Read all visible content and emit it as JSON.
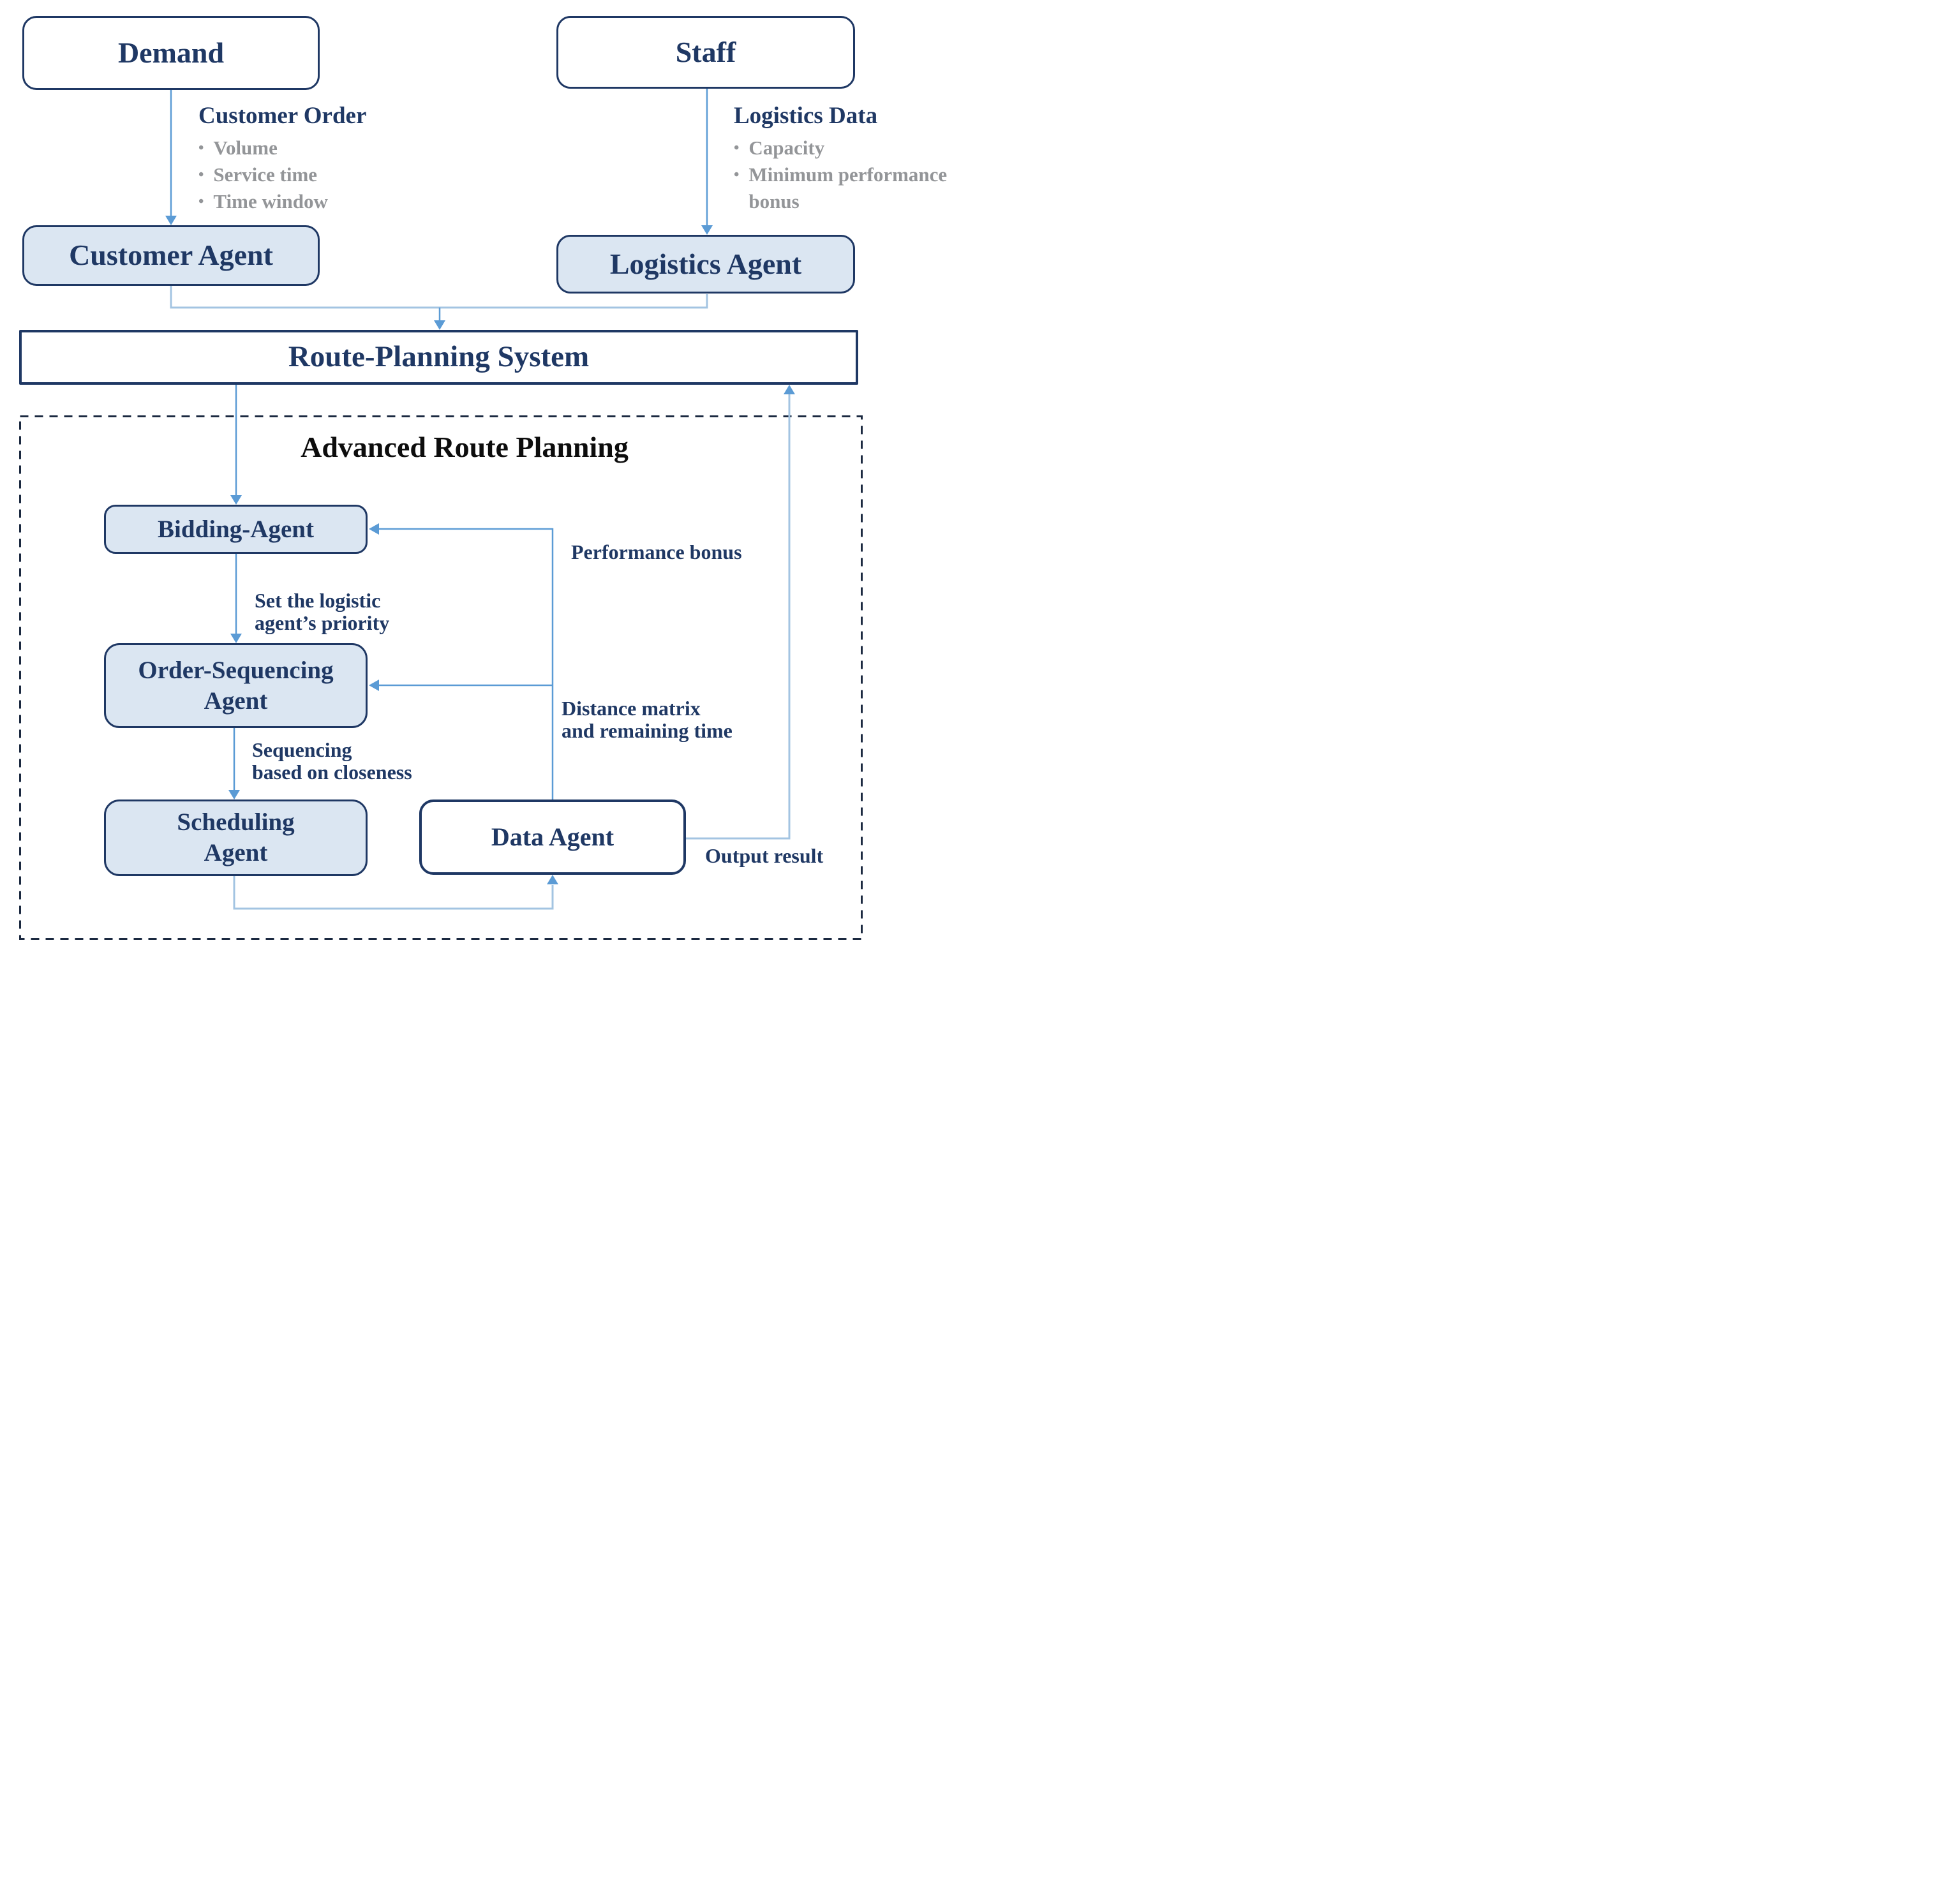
{
  "theme": {
    "background": "#ffffff",
    "node_border": "#1f3864",
    "node_text": "#1f3864",
    "node_fill_light_blue": "#dbe6f2",
    "node_fill_white": "#ffffff",
    "arrow_color": "#5b9bd5",
    "connector_color": "#a3c4e2",
    "muted_text": "#939598",
    "title_text": "#0d0d0d",
    "dashed_border": "#1b2940"
  },
  "nodes": {
    "demand": {
      "label": "Demand"
    },
    "staff": {
      "label": "Staff"
    },
    "customer_agent": {
      "label": "Customer Agent"
    },
    "logistics_agent": {
      "label": "Logistics Agent"
    },
    "route_planning_system": {
      "label": "Route-Planning System"
    },
    "bidding_agent": {
      "label": "Bidding-Agent"
    },
    "order_sequencing_agent": {
      "label": "Order-Sequencing\nAgent"
    },
    "scheduling_agent": {
      "label": "Scheduling\nAgent"
    },
    "data_agent": {
      "label": "Data Agent"
    }
  },
  "sections": {
    "advanced_route_planning": {
      "title": "Advanced Route Planning"
    }
  },
  "annotations": {
    "customer_order": {
      "title": "Customer Order",
      "bullets": [
        "Volume",
        "Service time",
        "Time window"
      ]
    },
    "logistics_data": {
      "title": "Logistics Data",
      "bullets": [
        "Capacity",
        "Minimum performance bonus"
      ]
    },
    "edge_labels": {
      "performance_bonus": "Performance bonus",
      "set_priority": "Set the logistic\nagent’s priority",
      "distance_matrix": "Distance matrix\nand remaining time",
      "sequencing": "Sequencing\nbased on closeness",
      "output_result": "Output result"
    }
  }
}
